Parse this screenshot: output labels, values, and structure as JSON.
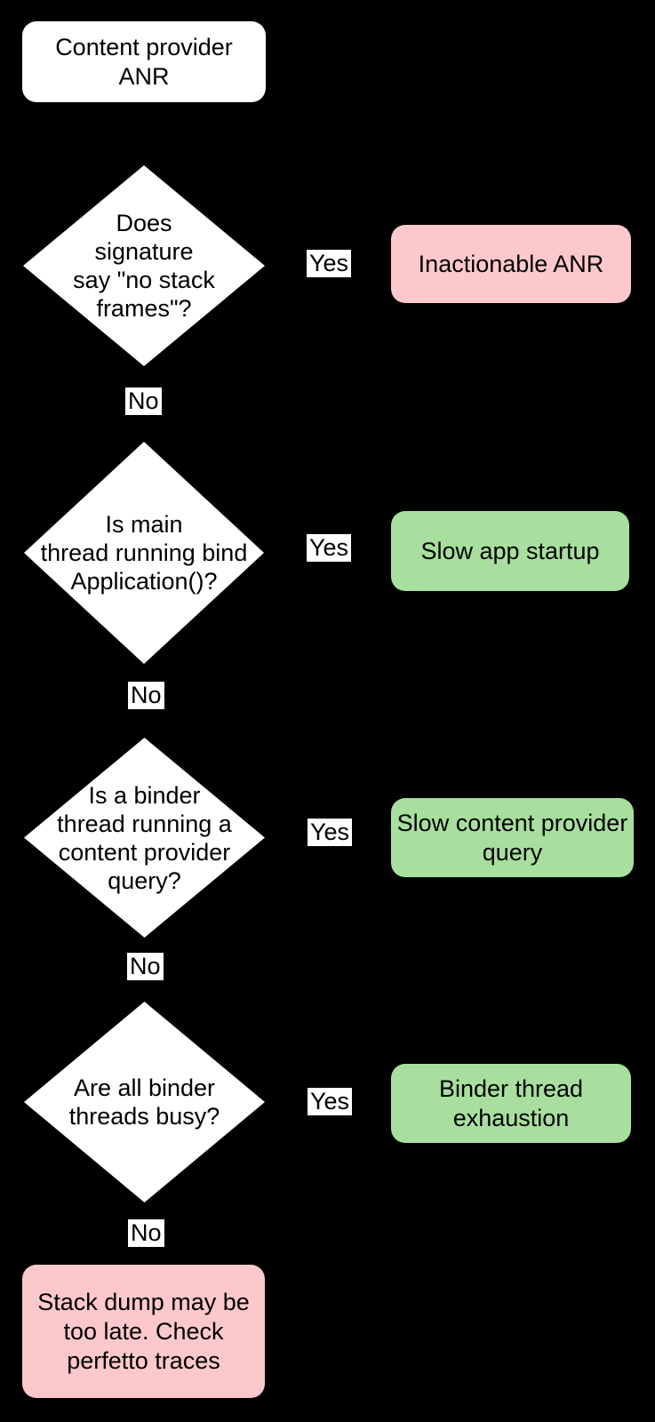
{
  "colors": {
    "background": "#000000",
    "node_fill": "#ffffff",
    "success_fill": "#a8df9e",
    "danger_fill": "#fcc8cc",
    "text": "#000000"
  },
  "edges": {
    "yes": "Yes",
    "no": "No"
  },
  "nodes": {
    "start": {
      "label": "Content provider\nANR"
    },
    "d1": {
      "label": "Does\nsignature\nsay \"no stack\nframes\"?"
    },
    "r1": {
      "label": "Inactionable ANR",
      "type": "danger"
    },
    "d2": {
      "label": "Is main\nthread running bind\nApplication()?"
    },
    "r2": {
      "label": "Slow app startup",
      "type": "success"
    },
    "d3": {
      "label": "Is a binder\nthread running a\ncontent provider\nquery?"
    },
    "r3": {
      "label": "Slow content provider\nquery",
      "type": "success"
    },
    "d4": {
      "label": "Are all binder\nthreads busy?"
    },
    "r4": {
      "label": "Binder thread\nexhaustion",
      "type": "success"
    },
    "end": {
      "label": "Stack dump may be\ntoo late. Check\nperfetto traces",
      "type": "danger"
    }
  }
}
